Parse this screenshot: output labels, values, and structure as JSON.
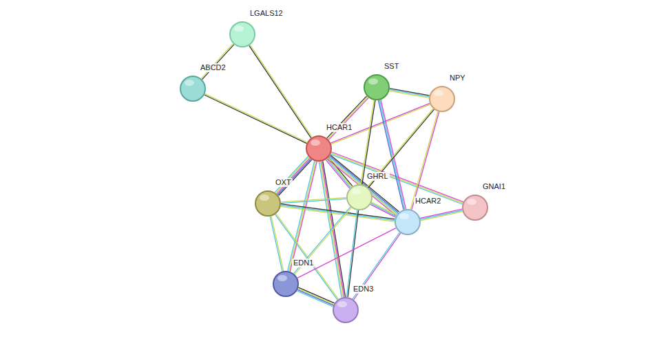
{
  "diagram": {
    "nodes": [
      {
        "text": [
          "LGALS12"
        ]
      },
      {
        "text": [
          "ABCD2"
        ]
      },
      {
        "text": [
          "SST"
        ]
      },
      {
        "text": [
          "NPY"
        ]
      },
      {
        "text": [
          "HCAR1"
        ]
      },
      {
        "text": [
          "OXT"
        ]
      },
      {
        "text": [
          "GHRL"
        ]
      },
      {
        "text": [
          "GNAI1"
        ]
      },
      {
        "text": [
          "HCAR2"
        ]
      },
      {
        "text": [
          "EDN1"
        ]
      },
      {
        "text": [
          "EDN3"
        ]
      }
    ],
    "edges": [
      {
        "from": 4,
        "to": 0,
        "arrow": "none"
      },
      {
        "from": 4,
        "to": 1,
        "arrow": "none"
      },
      {
        "from": 0,
        "to": 1,
        "arrow": "none"
      },
      {
        "from": 4,
        "to": 2,
        "arrow": "none"
      },
      {
        "from": 4,
        "to": 3,
        "arrow": "none"
      },
      {
        "from": 4,
        "to": 5,
        "arrow": "none"
      },
      {
        "from": 4,
        "to": 6,
        "arrow": "none"
      },
      {
        "from": 4,
        "to": 8,
        "arrow": "none"
      },
      {
        "from": 4,
        "to": 7,
        "arrow": "none"
      },
      {
        "from": 4,
        "to": 9,
        "arrow": "none"
      },
      {
        "from": 4,
        "to": 10,
        "arrow": "none"
      },
      {
        "from": 2,
        "to": 3,
        "arrow": "none"
      },
      {
        "from": 2,
        "to": 6,
        "arrow": "none"
      },
      {
        "from": 2,
        "to": 8,
        "arrow": "none"
      },
      {
        "from": 3,
        "to": 6,
        "arrow": "none"
      },
      {
        "from": 3,
        "to": 8,
        "arrow": "none"
      },
      {
        "from": 5,
        "to": 6,
        "arrow": "none"
      },
      {
        "from": 5,
        "to": 8,
        "arrow": "none"
      },
      {
        "from": 5,
        "to": 9,
        "arrow": "none"
      },
      {
        "from": 5,
        "to": 10,
        "arrow": "none"
      },
      {
        "from": 6,
        "to": 8,
        "arrow": "none"
      },
      {
        "from": 6,
        "to": 9,
        "arrow": "none"
      },
      {
        "from": 6,
        "to": 10,
        "arrow": "none"
      },
      {
        "from": 8,
        "to": 7,
        "arrow": "none"
      },
      {
        "from": 8,
        "to": 9,
        "arrow": "none"
      },
      {
        "from": 8,
        "to": 10,
        "arrow": "none"
      },
      {
        "from": 9,
        "to": 10,
        "arrow": "none"
      }
    ]
  }
}
